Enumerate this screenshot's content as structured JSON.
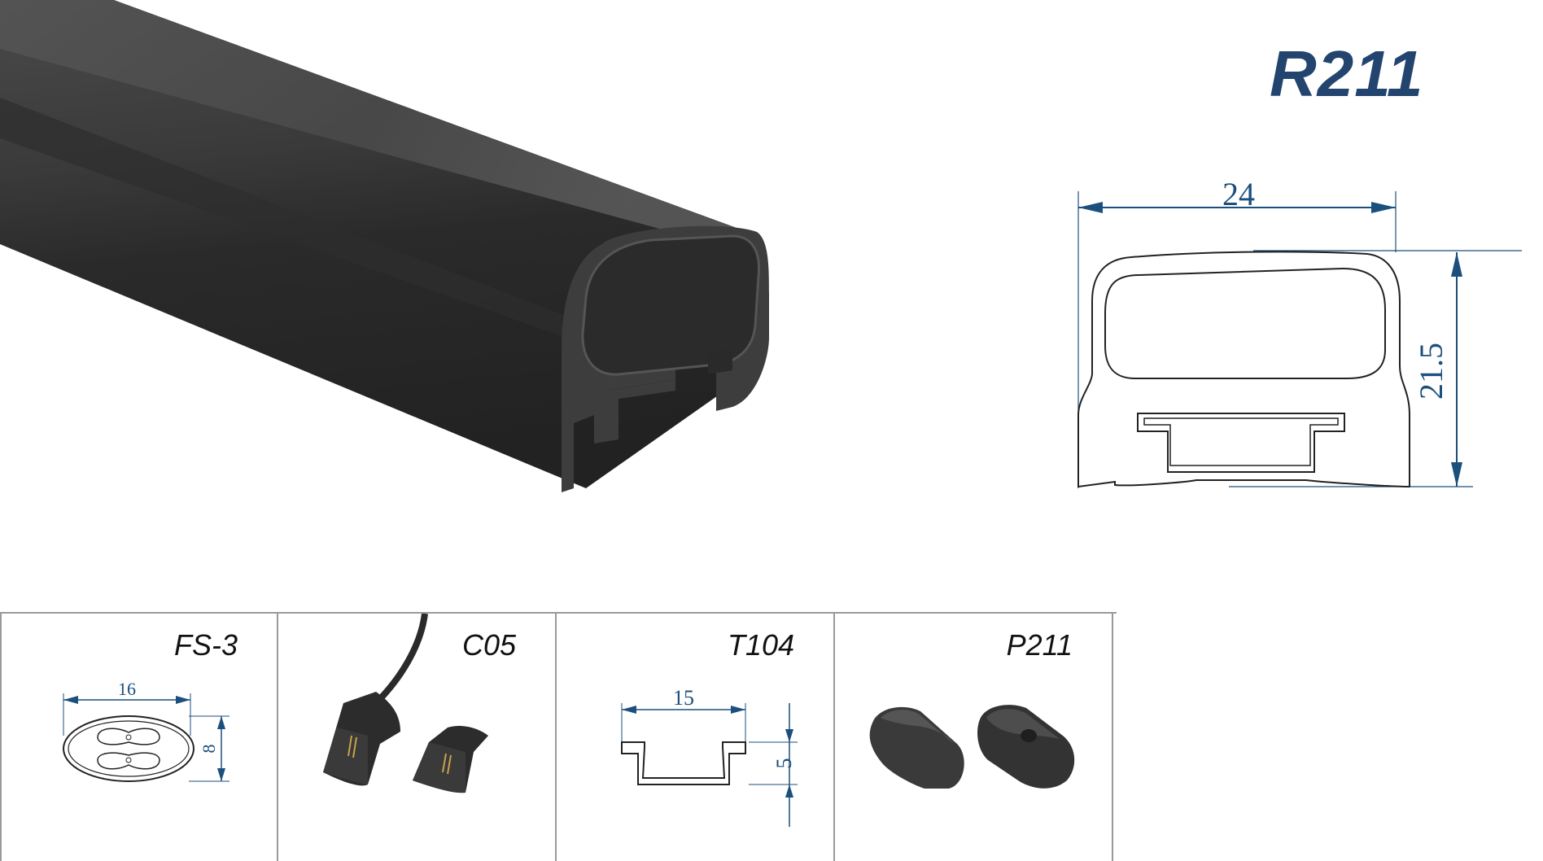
{
  "product": {
    "model": "R211",
    "accent_color": "#22446f",
    "dimension_color": "#1b4f7d"
  },
  "drawing": {
    "width_label": "24",
    "height_label": "21.5"
  },
  "accessories": [
    {
      "code": "FS-3",
      "dims": [
        "16",
        "8"
      ],
      "icon": "oval-end-plug-icon"
    },
    {
      "code": "C05",
      "dims": [],
      "icon": "cable-connector-icon"
    },
    {
      "code": "T104",
      "dims": [
        "15",
        "5"
      ],
      "icon": "mounting-track-icon"
    },
    {
      "code": "P211",
      "dims": [],
      "icon": "end-cap-icon"
    }
  ]
}
